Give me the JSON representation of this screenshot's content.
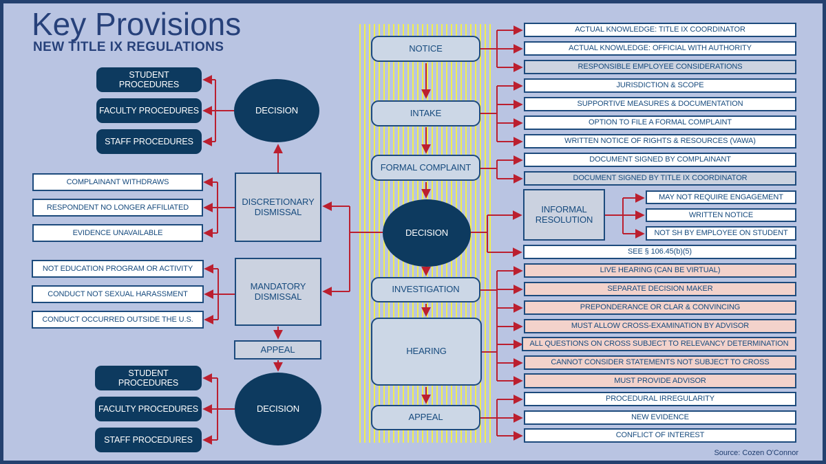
{
  "header": {
    "title": "Key Provisions",
    "subtitle": "NEW TITLE IX REGULATIONS"
  },
  "footer": {
    "source": "Source: Cozen O'Connor"
  },
  "colors": {
    "background": "#b9c4e2",
    "frame_navy": "#24416f",
    "dark_navy_fill": "#0d3a5f",
    "box_border_blue": "#1c4a7c",
    "box_text_blue": "#164a7d",
    "connector_red": "#bb1f2f",
    "stripe_yellow": "#f2ef4e",
    "pink_fill": "#f3d2cb",
    "gray_fill": "#cbd2e0"
  },
  "left_flow": {
    "top_procedures": [
      "STUDENT PROCEDURES",
      "FACULTY PROCEDURES",
      "STAFF PROCEDURES"
    ],
    "top_decision": "DECISION",
    "discretionary_dismissal": {
      "label": "DISCRETIONARY DISMISSAL",
      "reasons": [
        "COMPLAINANT WITHDRAWS",
        "RESPONDENT NO LONGER AFFILIATED",
        "EVIDENCE UNAVAILABLE"
      ]
    },
    "mandatory_dismissal": {
      "label": "MANDATORY DISMISSAL",
      "reasons": [
        "NOT EDUCATION PROGRAM OR ACTIVITY",
        "CONDUCT NOT SEXUAL HARASSMENT",
        "CONDUCT OCCURRED OUTSIDE THE U.S."
      ]
    },
    "appeal": "APPEAL",
    "bottom_decision": "DECISION",
    "bottom_procedures": [
      "STUDENT PROCEDURES",
      "FACULTY PROCEDURES",
      "STAFF PROCEDURES"
    ]
  },
  "center_flow": {
    "notice": "NOTICE",
    "intake": "INTAKE",
    "formal_complaint": "FORMAL COMPLAINT",
    "decision": "DECISION",
    "investigation": "INVESTIGATION",
    "hearing": "HEARING",
    "appeal": "APPEAL"
  },
  "right_details": {
    "notice_items": [
      "ACTUAL KNOWLEDGE: TITLE IX COORDINATOR",
      "ACTUAL KNOWLEDGE: OFFICIAL WITH AUTHORITY",
      "RESPONSIBLE EMPLOYEE CONSIDERATIONS"
    ],
    "intake_items": [
      "JURISDICTION & SCOPE",
      "SUPPORTIVE MEASURES & DOCUMENTATION",
      "OPTION TO FILE A FORMAL COMPLAINT",
      "WRITTEN NOTICE OF RIGHTS & RESOURCES (VAWA)"
    ],
    "formal_complaint_items": [
      "DOCUMENT SIGNED BY COMPLAINANT",
      "DOCUMENT SIGNED BY TITLE IX COORDINATOR"
    ],
    "informal_resolution": {
      "label": "INFORMAL RESOLUTION",
      "items": [
        "MAY NOT REQUIRE ENGAGEMENT",
        "WRITTEN NOTICE",
        "NOT SH BY EMPLOYEE ON STUDENT"
      ]
    },
    "investigation_item": "SEE § 106.45(b)(5)",
    "hearing_items": [
      "LIVE HEARING (CAN BE VIRTUAL)",
      "SEPARATE DECISION MAKER",
      "PREPONDERANCE OR CLAR & CONVINCING",
      "MUST ALLOW CROSS-EXAMINATION BY ADVISOR",
      "ALL QUESTIONS ON CROSS SUBJECT TO RELEVANCY DETERMINATION",
      "CANNOT CONSIDER STATEMENTS NOT SUBJECT TO CROSS",
      "MUST PROVIDE ADVISOR"
    ],
    "appeal_items": [
      "PROCEDURAL IRREGULARITY",
      "NEW EVIDENCE",
      "CONFLICT OF INTEREST"
    ]
  }
}
